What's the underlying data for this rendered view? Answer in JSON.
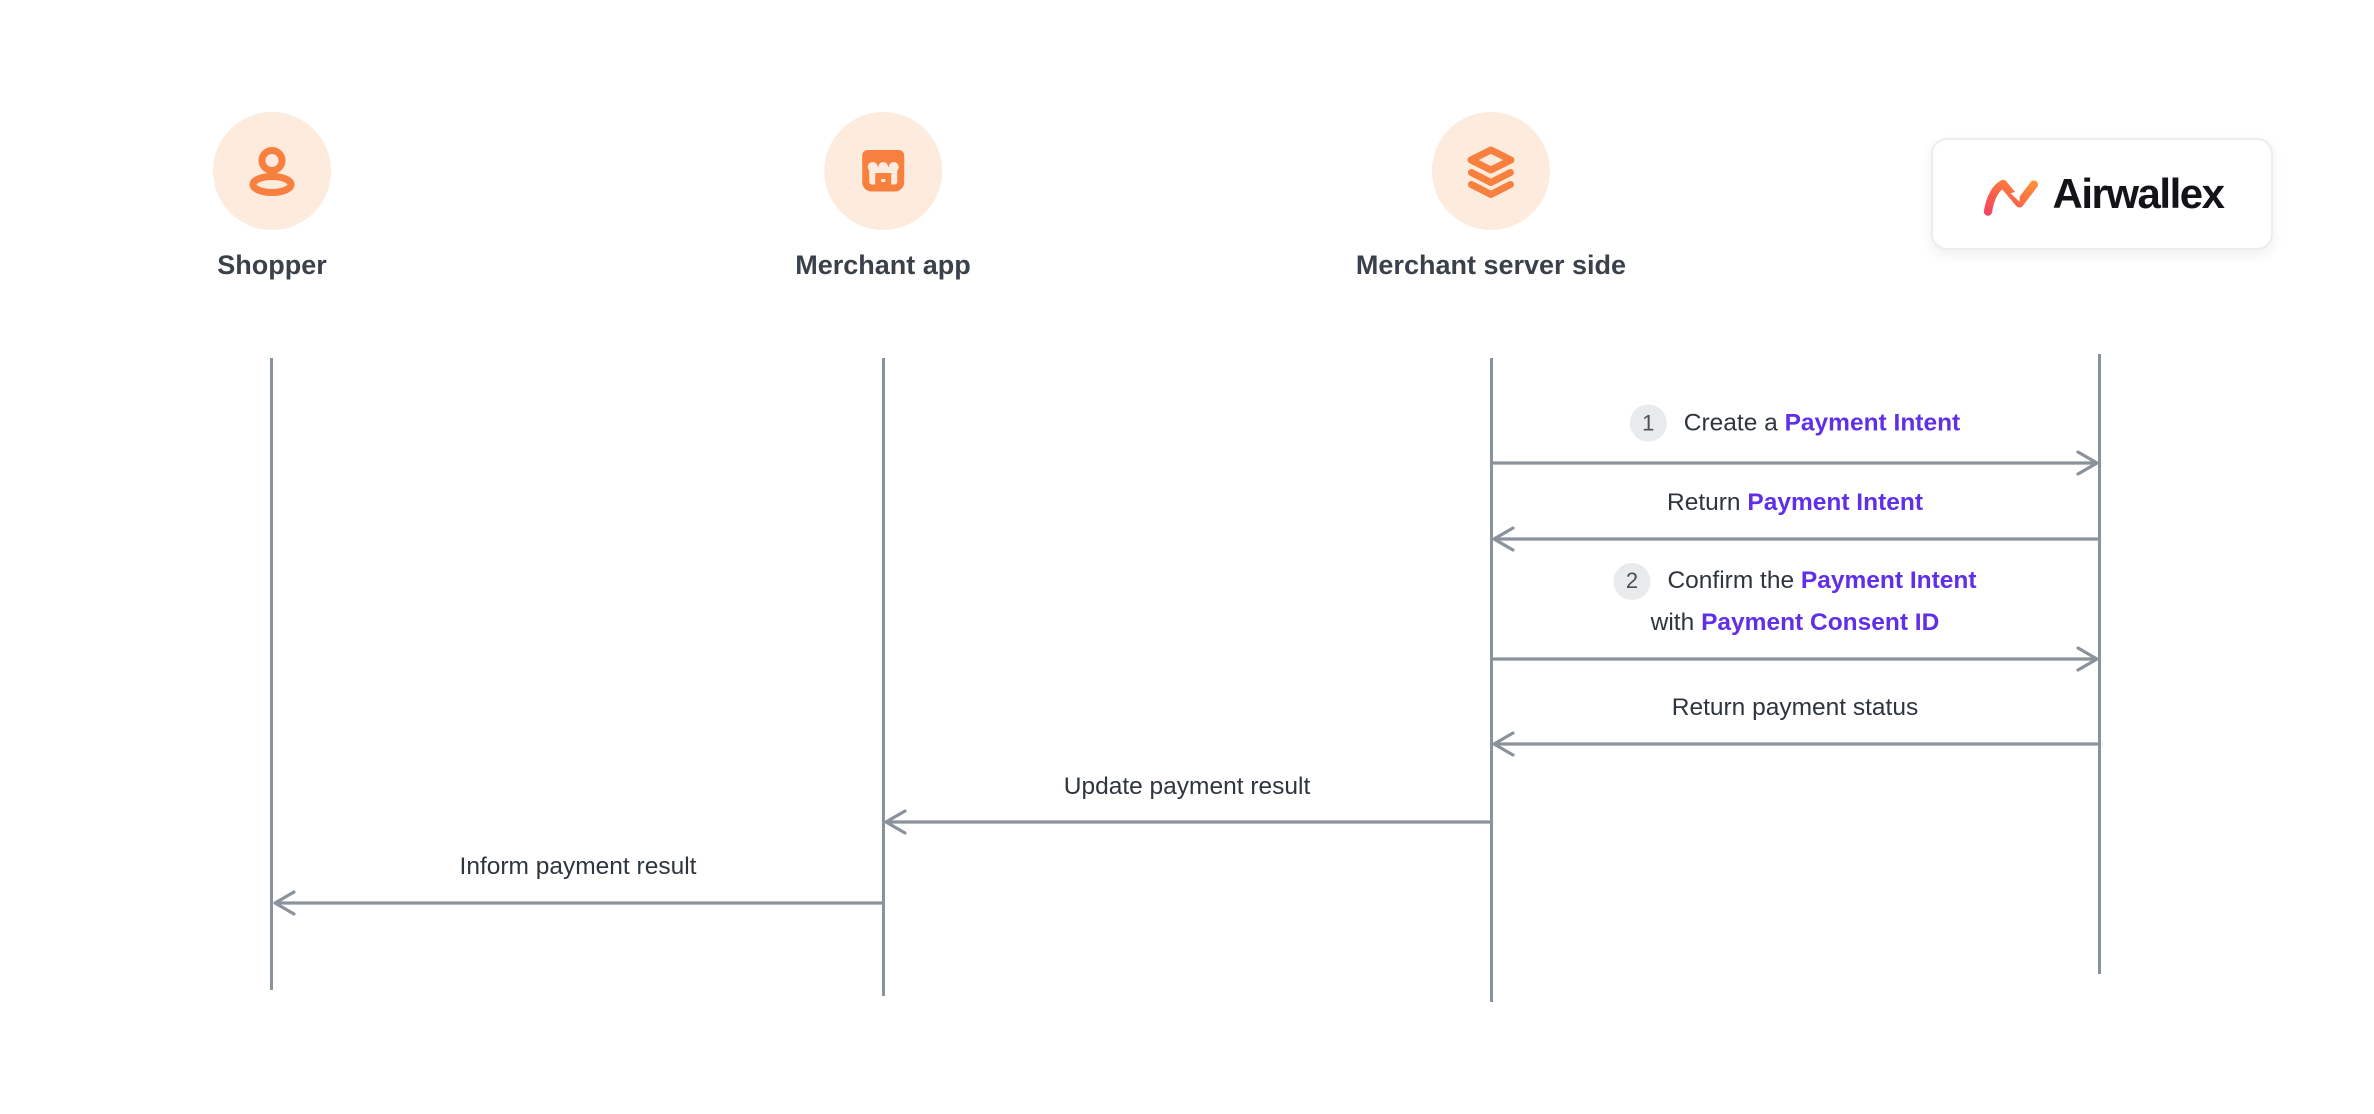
{
  "actors": [
    {
      "id": "shopper",
      "label": "Shopper",
      "icon": "person-icon"
    },
    {
      "id": "merchant-app",
      "label": "Merchant app",
      "icon": "storefront-icon"
    },
    {
      "id": "merchant-server",
      "label": "Merchant server side",
      "icon": "layers-icon"
    },
    {
      "id": "airwallex",
      "label": "Airwallex",
      "icon": "airwallex-logo"
    }
  ],
  "messages": [
    {
      "step": "1",
      "prefix": "Create a ",
      "link": "Payment Intent",
      "from": "merchant-server",
      "to": "airwallex",
      "direction": "right"
    },
    {
      "prefix": "Return ",
      "link": "Payment Intent",
      "from": "airwallex",
      "to": "merchant-server",
      "direction": "left"
    },
    {
      "step": "2",
      "line1_prefix": "Confirm the ",
      "line1_link": "Payment Intent",
      "line2_prefix": "with ",
      "line2_link": "Payment Consent ID",
      "from": "merchant-server",
      "to": "airwallex",
      "direction": "right"
    },
    {
      "text": "Return payment status",
      "from": "airwallex",
      "to": "merchant-server",
      "direction": "left"
    },
    {
      "text": "Update payment result",
      "from": "merchant-server",
      "to": "merchant-app",
      "direction": "left"
    },
    {
      "text": "Inform payment result",
      "from": "merchant-app",
      "to": "shopper",
      "direction": "left"
    }
  ],
  "colors": {
    "accent_orange": "#F8803F",
    "accent_peach": "#FDEBDD",
    "link_purple": "#612FE8",
    "line_gray": "#8A929B",
    "text_dark": "#2F353D",
    "logo_gradient_start": "#F4475F",
    "logo_gradient_end": "#FF8F3B"
  }
}
